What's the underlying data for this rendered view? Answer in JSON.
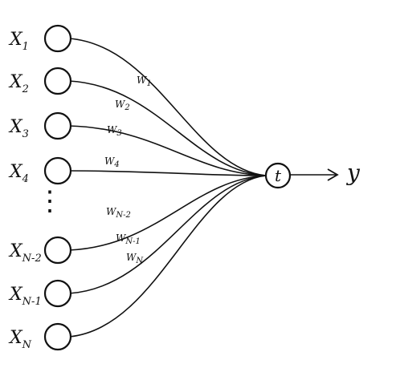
{
  "diagram": {
    "inputs": [
      {
        "base": "X",
        "sub": "1"
      },
      {
        "base": "X",
        "sub": "2"
      },
      {
        "base": "X",
        "sub": "3"
      },
      {
        "base": "X",
        "sub": "4"
      },
      {
        "base": "X",
        "sub": "N-2"
      },
      {
        "base": "X",
        "sub": "N-1"
      },
      {
        "base": "X",
        "sub": "N"
      }
    ],
    "weights": [
      {
        "base": "W",
        "sub": "1"
      },
      {
        "base": "W",
        "sub": "2"
      },
      {
        "base": "W",
        "sub": "3"
      },
      {
        "base": "W",
        "sub": "4"
      },
      {
        "base": "W",
        "sub": "N-2"
      },
      {
        "base": "W",
        "sub": "N-1"
      },
      {
        "base": "W",
        "sub": "N"
      }
    ],
    "ellipsis": "⋮",
    "node_label": "t",
    "output_label": "y",
    "colors": {
      "stroke": "#111111",
      "background": "#ffffff"
    }
  }
}
